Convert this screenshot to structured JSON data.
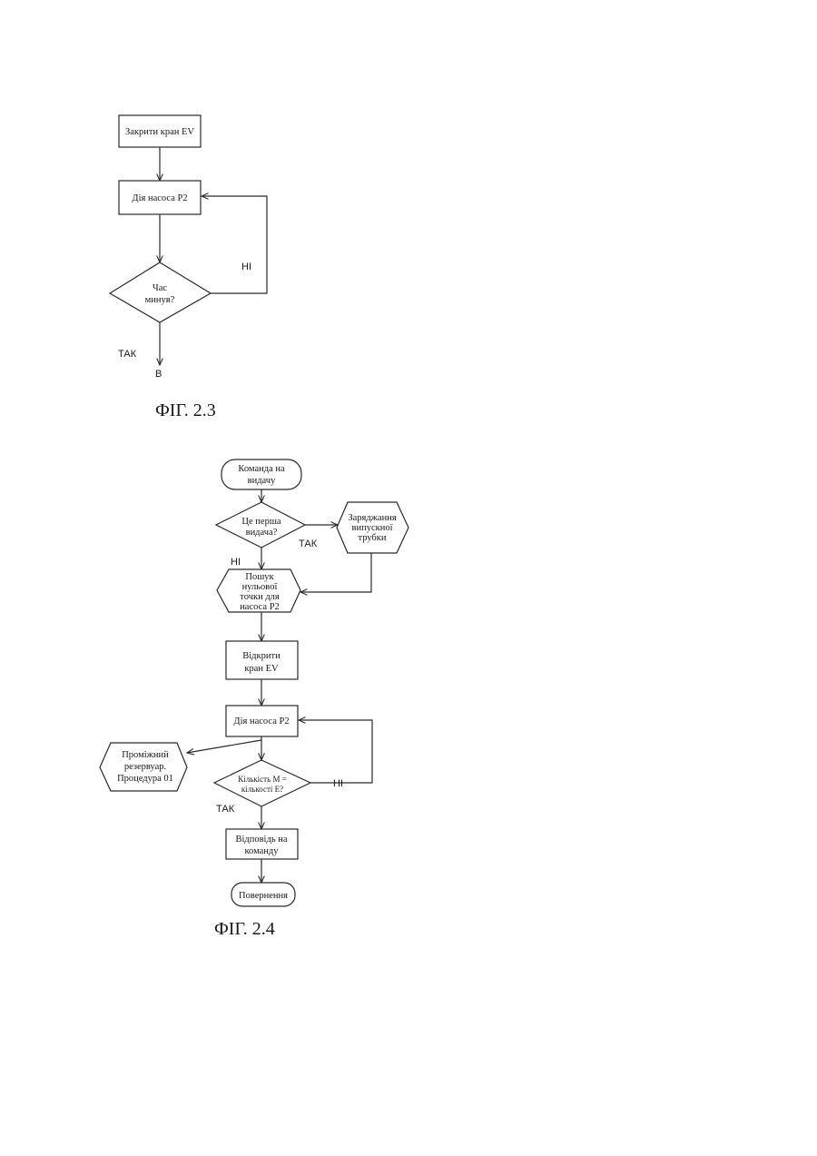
{
  "fig23": {
    "close_valve": "Закрити кран EV",
    "pump_action": "Дія насоса P2",
    "time_passed": [
      "Час",
      "минув?"
    ],
    "no": "НІ",
    "yes": "ТАК",
    "connector": "B",
    "caption": "ФІГ. 2.3"
  },
  "fig24": {
    "command": [
      "Команда на",
      "видачу"
    ],
    "first_issue": [
      "Це перша",
      "видача?"
    ],
    "yes_first": "ТАК",
    "charge_tube": [
      "Заряджання",
      "випускної",
      "трубки"
    ],
    "no_first": "НІ",
    "zero_search": [
      "Пошук",
      "нульової",
      "точки для",
      "насоса P2"
    ],
    "open_valve": [
      "Відкрити",
      "кран EV"
    ],
    "pump_action": "Дія насоса P2",
    "intermediate": [
      "Проміжний",
      "резервуар.",
      "Процедура 01"
    ],
    "quantity_check": [
      "Кількість M =",
      "кількості E?"
    ],
    "no_qty": "НІ",
    "yes_qty": "ТАК",
    "reply": [
      "Відповідь на",
      "команду"
    ],
    "return": "Повернення",
    "caption": "ФІГ. 2.4"
  }
}
